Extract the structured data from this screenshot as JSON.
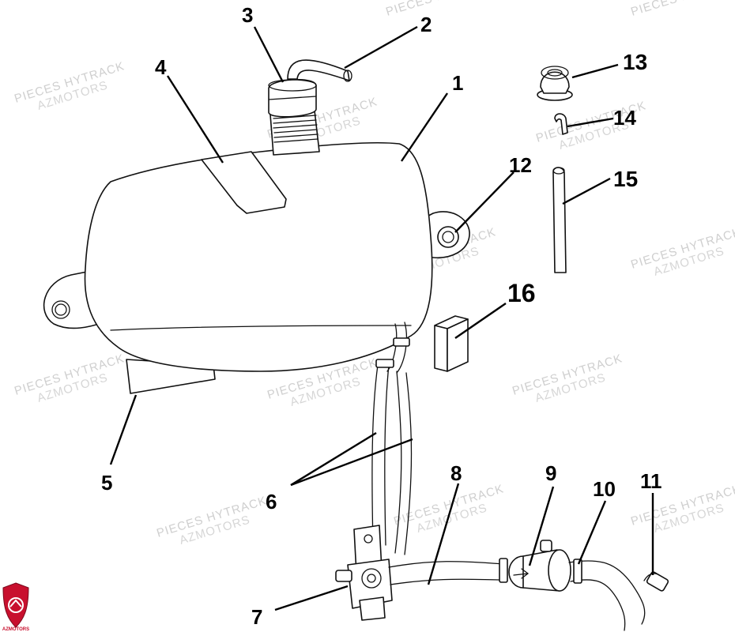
{
  "watermark": {
    "line1": "PIECES HYTRACK",
    "line2": "AZMOTORS"
  },
  "logo": {
    "text": "AZMOTORS",
    "color": "#c8102e"
  },
  "callouts": [
    {
      "id": "1",
      "label": "1"
    },
    {
      "id": "2",
      "label": "2"
    },
    {
      "id": "3",
      "label": "3"
    },
    {
      "id": "4",
      "label": "4"
    },
    {
      "id": "5",
      "label": "5"
    },
    {
      "id": "6",
      "label": "6"
    },
    {
      "id": "7",
      "label": "7"
    },
    {
      "id": "8",
      "label": "8"
    },
    {
      "id": "9",
      "label": "9"
    },
    {
      "id": "10",
      "label": "10"
    },
    {
      "id": "11",
      "label": "11"
    },
    {
      "id": "12",
      "label": "12"
    },
    {
      "id": "13",
      "label": "13"
    },
    {
      "id": "14",
      "label": "14"
    },
    {
      "id": "15",
      "label": "15"
    },
    {
      "id": "16",
      "label": "16"
    }
  ]
}
